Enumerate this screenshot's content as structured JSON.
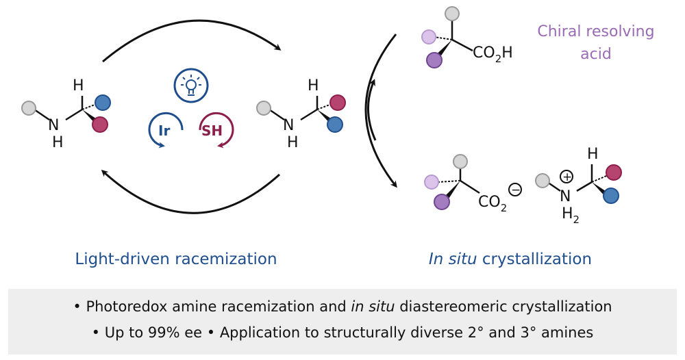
{
  "colors": {
    "blue": "#1f4e8c",
    "blue_atom": "#4a7fb8",
    "crimson": "#8b1e4b",
    "crimson_atom": "#b5456f",
    "purple_dark": "#8a5aa6",
    "purple_light": "#dcc3ea",
    "gray_atom": "#d6d6d6",
    "summary_bg": "#eeeeee"
  },
  "icons": [
    "light-bulb-icon",
    "ir-catalyst-cycle-icon",
    "sh-catalyst-cycle-icon",
    "cycle-arrow-icon",
    "equilibrium-arrow-icon"
  ],
  "catalysts": {
    "ir": "Ir",
    "sh": "SH"
  },
  "atoms": {
    "h": "H",
    "n": "N",
    "nh2_sub": "2",
    "plus": "+",
    "minus": "−"
  },
  "groups": {
    "acid": "CO",
    "acid_sub": "2",
    "acid_tail": "H",
    "carboxylate": "CO",
    "carboxylate_sub": "2"
  },
  "labels": {
    "chiral_line1": "Chiral resolving",
    "chiral_line2": "acid",
    "left_caption": "Light-driven racemization",
    "right_caption_italic": "In situ",
    "right_caption_rest": " crystallization"
  },
  "summary": {
    "bullet": "•",
    "line1_a": "Photoredox amine racemization and ",
    "line1_italic": "in situ",
    "line1_b": " diastereomeric crystallization",
    "line2_a": "Up to 99% ee",
    "line2_b": "Application to structurally diverse 2° and 3° amines"
  }
}
